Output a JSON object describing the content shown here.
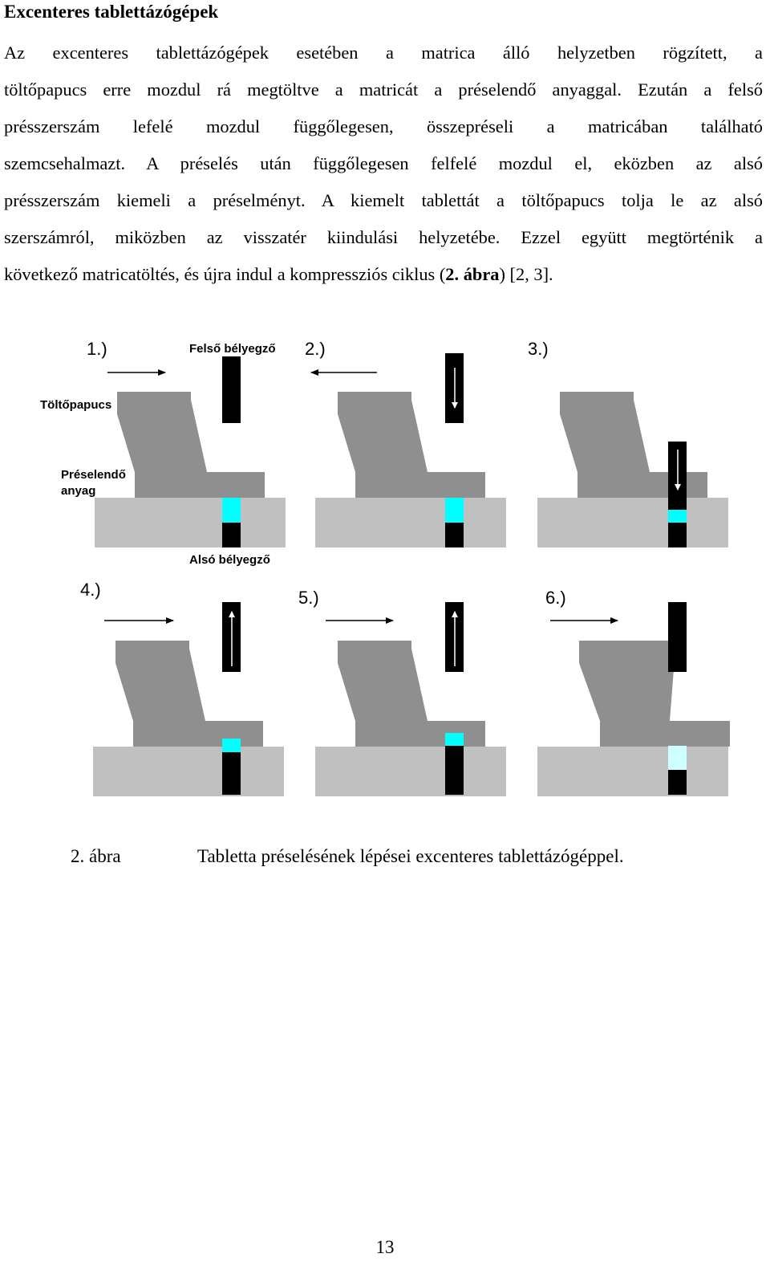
{
  "heading": "Excenteres tablettázógépek",
  "paragraph": {
    "lines": [
      "Az excenteres tablettázógépek esetében a matrica álló helyzetben rögzített, a",
      "töltőpapucs erre mozdul rá megtöltve a matricát a préselendő anyaggal. Ezután a felső",
      "présszerszám lefelé mozdul függőlegesen, összepréseli a matricában található",
      "szemcsehalmazt. A préselés után függőlegesen felfelé mozdul el, eközben az alsó",
      "présszerszám kiemeli a préselményt. A kiemelt tablettát a töltőpapucs tolja le az alsó",
      "szerszámról, miközben az visszatér kiindulási helyzetébe. Ezzel együtt megtörténik a"
    ],
    "last_line_pre": "következő matricatöltés, és újra indul a kompressziós ciklus (",
    "last_line_bold": "2. ábra",
    "last_line_post": ") [2, 3]."
  },
  "figure": {
    "step_labels": [
      "1.)",
      "2.)",
      "3.)",
      "4.)",
      "5.)",
      "6.)"
    ],
    "labels": {
      "upper_punch": "Felső bélyegző",
      "feed_shoe": "Töltőpapucs",
      "material_line1": "Préselendő",
      "material_line2": "anyag",
      "lower_punch": "Alsó bélyegző"
    },
    "colors": {
      "shoe": "#8f8f8f",
      "die": "#c0c0c0",
      "punch": "#000000",
      "powder": "#00ffff",
      "tablet": "#ccffff"
    }
  },
  "caption": {
    "number": "2. ábra",
    "text": "Tabletta préselésének lépései excenteres tablettázógéppel."
  },
  "page_number": "13"
}
